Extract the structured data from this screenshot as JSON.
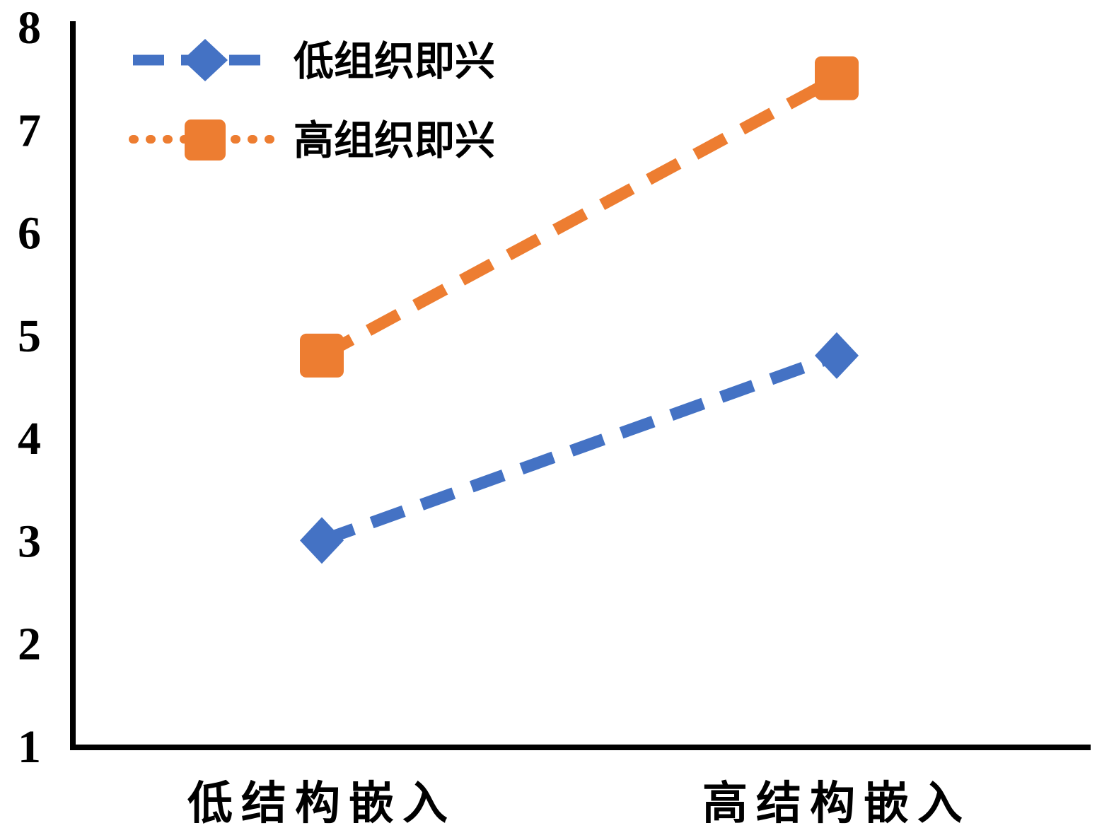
{
  "chart_data": {
    "type": "line",
    "title": "",
    "xlabel": "",
    "ylabel": "",
    "categories": [
      "低结构嵌入",
      "高结构嵌入"
    ],
    "series": [
      {
        "name": "低组织即兴",
        "values": [
          3.0,
          4.8
        ],
        "color": "#4472C4",
        "marker": "diamond",
        "line_style": "dashed"
      },
      {
        "name": "高组织即兴",
        "values": [
          4.8,
          7.5
        ],
        "color": "#ED7D31",
        "marker": "square",
        "line_style": "dashed"
      }
    ],
    "ylim": [
      1,
      8
    ],
    "yticks": [
      1,
      2,
      3,
      4,
      5,
      6,
      7,
      8
    ],
    "grid": false,
    "legend_position": "top-left",
    "axis_color": "#000000"
  }
}
